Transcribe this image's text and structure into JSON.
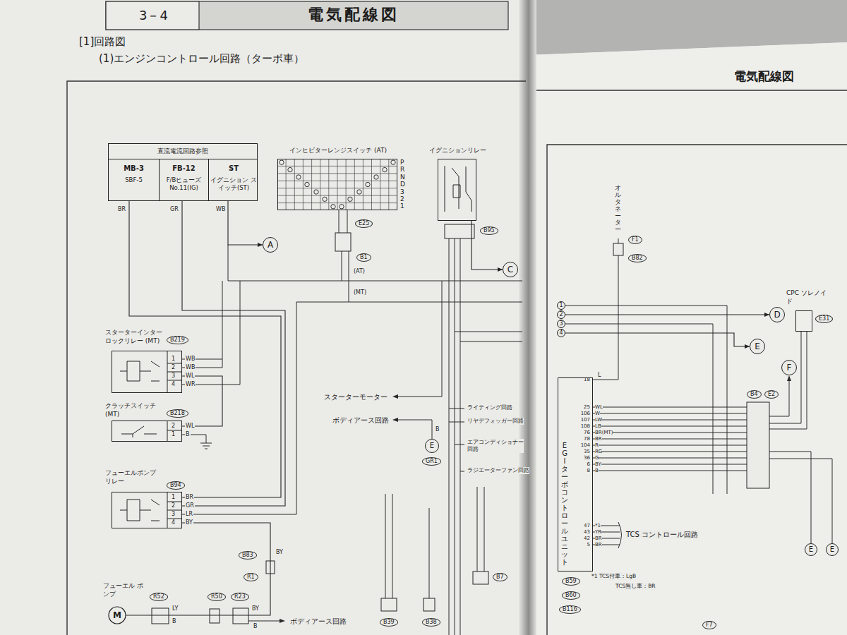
{
  "diagram": {
    "title": "電気配線図",
    "nodes": [
      {
        "text": [
          "直流電流回路参照"
        ]
      },
      {
        "text": [
          "MB-3",
          "SBF-5"
        ],
        "in": 0
      },
      {
        "text": [
          "FB-12",
          "F/Bヒューズ No.11(IG)"
        ],
        "in": 0
      },
      {
        "text": [
          "ST",
          "イグニション スイッチ(ST)"
        ],
        "in": 0
      },
      {
        "text": [
          "インヒビターレンジスイッチ (AT)"
        ]
      },
      {
        "text": [
          "イグニションリレー"
        ]
      },
      {
        "text": [
          "A"
        ]
      },
      {
        "text": [
          "C"
        ]
      },
      {
        "text": [
          "スターターインター ロックリレー (MT)"
        ]
      },
      {
        "text": [
          "クラッチスイッチ (MT)"
        ]
      },
      {
        "text": [
          "フューエルポンプ リレー"
        ]
      },
      {
        "text": [
          "フューエル ポンプ",
          "M"
        ]
      },
      {
        "text": [
          "CPC ソレノイド"
        ]
      },
      {
        "text": [
          "EGIターボコントロールユニット"
        ]
      },
      {
        "text": [
          "D"
        ]
      },
      {
        "text": [
          "E"
        ]
      },
      {
        "text": [
          "F"
        ]
      },
      {
        "text": [
          "E"
        ]
      },
      {
        "text": [
          "E"
        ]
      },
      {
        "text": [
          "E"
        ]
      },
      {
        "text": [
          "1"
        ]
      },
      {
        "text": [
          "2"
        ]
      },
      {
        "text": [
          "3"
        ]
      },
      {
        "text": [
          "4"
        ]
      }
    ],
    "edges": [
      {
        "from": 3,
        "to": 6,
        "arrow": "to"
      },
      {
        "from": 1,
        "to": 10,
        "arrow": "none"
      },
      {
        "from": 2,
        "to": 10,
        "arrow": "none"
      },
      {
        "from": 5,
        "to": 7,
        "arrow": "to"
      },
      {
        "from": 9,
        "to": 8,
        "arrow": "none"
      },
      {
        "from": 10,
        "to": 11,
        "arrow": "none"
      },
      {
        "from": 21,
        "to": 14,
        "arrow": "to"
      },
      {
        "from": 23,
        "to": 15,
        "arrow": "to"
      }
    ],
    "labels": [
      "3－4",
      "[1]回路図",
      "(1)エンジンコントロール回路（ターボ車）",
      "電気配線図",
      "BR",
      "GR",
      "WB",
      "P",
      "R",
      "N",
      "D",
      "3",
      "2",
      "1",
      "E25",
      "B1",
      "(AT)",
      "(MT)",
      "B95",
      "B219",
      "1",
      "2",
      "3",
      "4",
      "WB",
      "WB",
      "WL",
      "WR",
      "B218",
      "2",
      "1",
      "WL",
      "B",
      "B94",
      "1",
      "2",
      "3",
      "4",
      "BR",
      "GR",
      "LR",
      "BY",
      "スターターモーター",
      "ボディアース回路",
      "B",
      "GR1",
      "ライティング回路",
      "リヤデフォッガー回路",
      "エアコンディショナー 回路",
      "ラジエーターファン回路",
      "B83",
      "BY",
      "R1",
      "R52",
      "LY",
      "B",
      "R50",
      "R23",
      "BY",
      "B",
      "ボディアース回路",
      "B39",
      "B38",
      "B7",
      "オルタネーター",
      "F1",
      "B82",
      "L",
      "E31",
      "B4",
      "E2",
      "18",
      "25",
      "106",
      "107",
      "108",
      "76",
      "78",
      "104",
      "35",
      "36",
      "6",
      "8",
      "47",
      "43",
      "42",
      "5",
      "WL",
      "W",
      "LW",
      "LB",
      "BR(MT)",
      "BR",
      "R",
      "RG",
      "G",
      "BY",
      "B",
      "*1",
      "YR",
      "BR",
      "BR",
      "TCS コントロール回路",
      "*1 TCS付車：LgB",
      "TCS無し車：BR",
      "B59",
      "B60",
      "B116",
      "F7"
    ]
  }
}
